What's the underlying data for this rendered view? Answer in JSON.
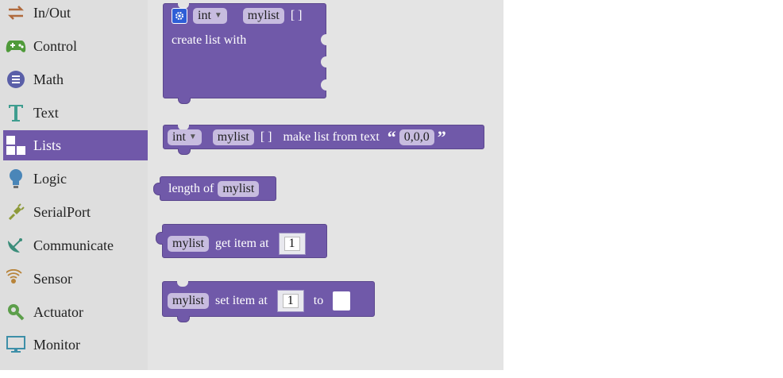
{
  "sidebar": {
    "categories": [
      {
        "label": "In/Out",
        "icon": "swap-arrows-icon",
        "selected": false
      },
      {
        "label": "Control",
        "icon": "gamepad-icon",
        "selected": false
      },
      {
        "label": "Math",
        "icon": "math-icon",
        "selected": false
      },
      {
        "label": "Text",
        "icon": "text-t-icon",
        "selected": false
      },
      {
        "label": "Lists",
        "icon": "lists-icon",
        "selected": true
      },
      {
        "label": "Logic",
        "icon": "lightbulb-icon",
        "selected": false
      },
      {
        "label": "SerialPort",
        "icon": "serial-plug-icon",
        "selected": false
      },
      {
        "label": "Communicate",
        "icon": "satellite-dish-icon",
        "selected": false
      },
      {
        "label": "Sensor",
        "icon": "sensor-icon",
        "selected": false
      },
      {
        "label": "Actuator",
        "icon": "actuator-icon",
        "selected": false
      },
      {
        "label": "Monitor",
        "icon": "monitor-icon",
        "selected": false
      }
    ]
  },
  "blocks": {
    "create_list": {
      "type": "int",
      "name": "mylist",
      "brackets": "[ ]",
      "label": "create list with"
    },
    "list_from_text": {
      "type": "int",
      "name": "mylist",
      "brackets": "[ ]",
      "label": "make list from text",
      "text": "0,0,0"
    },
    "length_of": {
      "label": "length of",
      "name": "mylist"
    },
    "get_item": {
      "name": "mylist",
      "label": "get item at",
      "index": "1"
    },
    "set_item": {
      "name": "mylist",
      "label": "set item at",
      "index": "1",
      "to_label": "to"
    }
  },
  "colors": {
    "block": "#7059a9",
    "selected_category": "#7058a9",
    "sidebar_bg": "#dedede",
    "workspace_bg": "#e4e4e4"
  }
}
